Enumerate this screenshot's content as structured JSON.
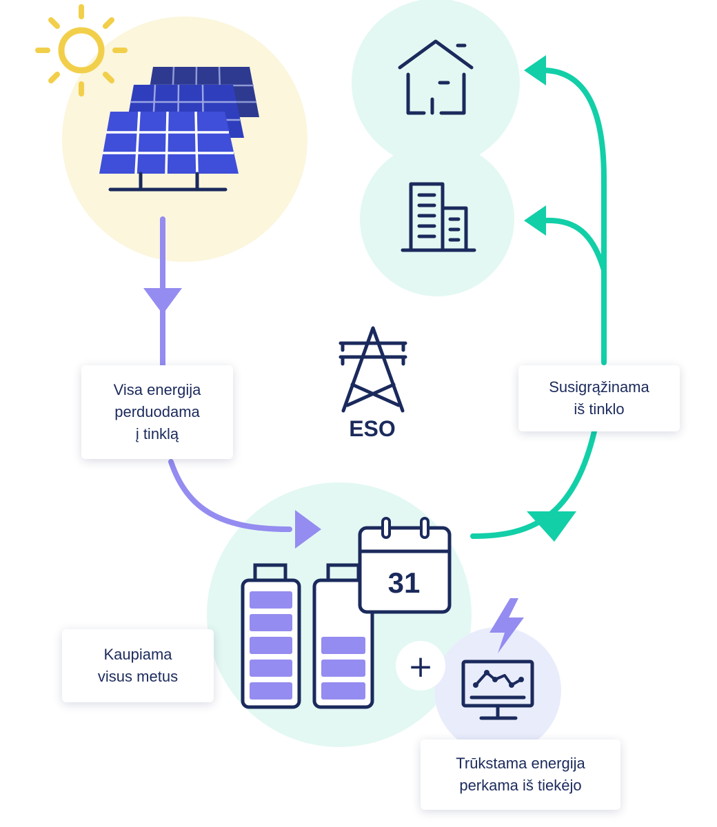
{
  "labels": {
    "export": [
      "Visa energija",
      "perduodama",
      "į tinklą"
    ],
    "return": [
      "Susigrąžinama",
      "iš tinklo"
    ],
    "store": [
      "Kaupiama",
      "visus metus"
    ],
    "buy": [
      "Trūkstama energija",
      "perkama iš tiekėjo"
    ],
    "eso": "ESO",
    "calendar_day": "31",
    "plus": "+"
  },
  "icons": [
    "sun-icon",
    "solar-panel-icon",
    "house-icon",
    "office-building-icon",
    "power-tower-icon",
    "battery-icon",
    "calendar-icon",
    "lightning-icon",
    "monitor-chart-icon",
    "plus-icon"
  ],
  "colors": {
    "navy": "#1b2a5c",
    "panel_blue": "#3f4fd9",
    "panel_dark": "#2e3a8f",
    "purple": "#948cf0",
    "teal": "#12cfa8",
    "sun_yellow": "#f2cf4a",
    "sun_bg": "#fbf6dc",
    "mint_bg": "#e3f8f3",
    "lavender_bg": "#e9ecfb"
  }
}
